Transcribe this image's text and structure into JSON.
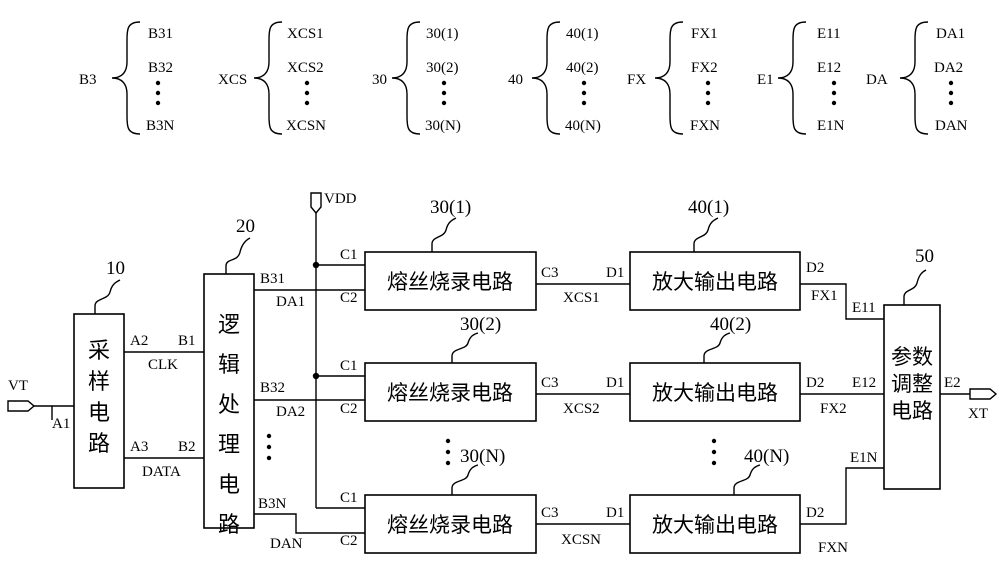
{
  "legend": [
    {
      "head": "B3",
      "items": [
        "B31",
        "B32",
        "B3N"
      ]
    },
    {
      "head": "XCS",
      "items": [
        "XCS1",
        "XCS2",
        "XCSN"
      ]
    },
    {
      "head": "30",
      "items": [
        "30(1)",
        "30(2)",
        "30(N)"
      ]
    },
    {
      "head": "40",
      "items": [
        "40(1)",
        "40(2)",
        "40(N)"
      ]
    },
    {
      "head": "FX",
      "items": [
        "FX1",
        "FX2",
        "FXN"
      ]
    },
    {
      "head": "E1",
      "items": [
        "E11",
        "E12",
        "E1N"
      ]
    },
    {
      "head": "DA",
      "items": [
        "DA1",
        "DA2",
        "DAN"
      ]
    }
  ],
  "blocks": {
    "sampling": {
      "ref": "10",
      "name": "采样电路"
    },
    "logic": {
      "ref": "20",
      "name": "逻辑处理电路"
    },
    "adjust": {
      "ref": "50",
      "name": "参数调整电路"
    }
  },
  "fuse": {
    "name": "熔丝烧录电路",
    "refs": [
      "30(1)",
      "30(2)",
      "30(N)"
    ]
  },
  "amp": {
    "name": "放大输出电路",
    "refs": [
      "40(1)",
      "40(2)",
      "40(N)"
    ]
  },
  "pins": {
    "vt": "VT",
    "a1": "A1",
    "a2": "A2",
    "a3": "A3",
    "b1": "B1",
    "b2": "B2",
    "clk": "CLK",
    "data": "DATA",
    "vdd": "VDD",
    "c1": "C1",
    "c2": "C2",
    "c3": "C3",
    "d1": "D1",
    "d2": "D2",
    "e2": "E2",
    "xt": "XT"
  },
  "rows": [
    {
      "b3": "B31",
      "da": "DA1",
      "xcs": "XCS1",
      "fx": "FX1",
      "e1": "E11"
    },
    {
      "b3": "B32",
      "da": "DA2",
      "xcs": "XCS2",
      "fx": "FX2",
      "e1": "E12"
    },
    {
      "b3": "B3N",
      "da": "DAN",
      "xcs": "XCSN",
      "fx": "FXN",
      "e1": "E1N"
    }
  ]
}
